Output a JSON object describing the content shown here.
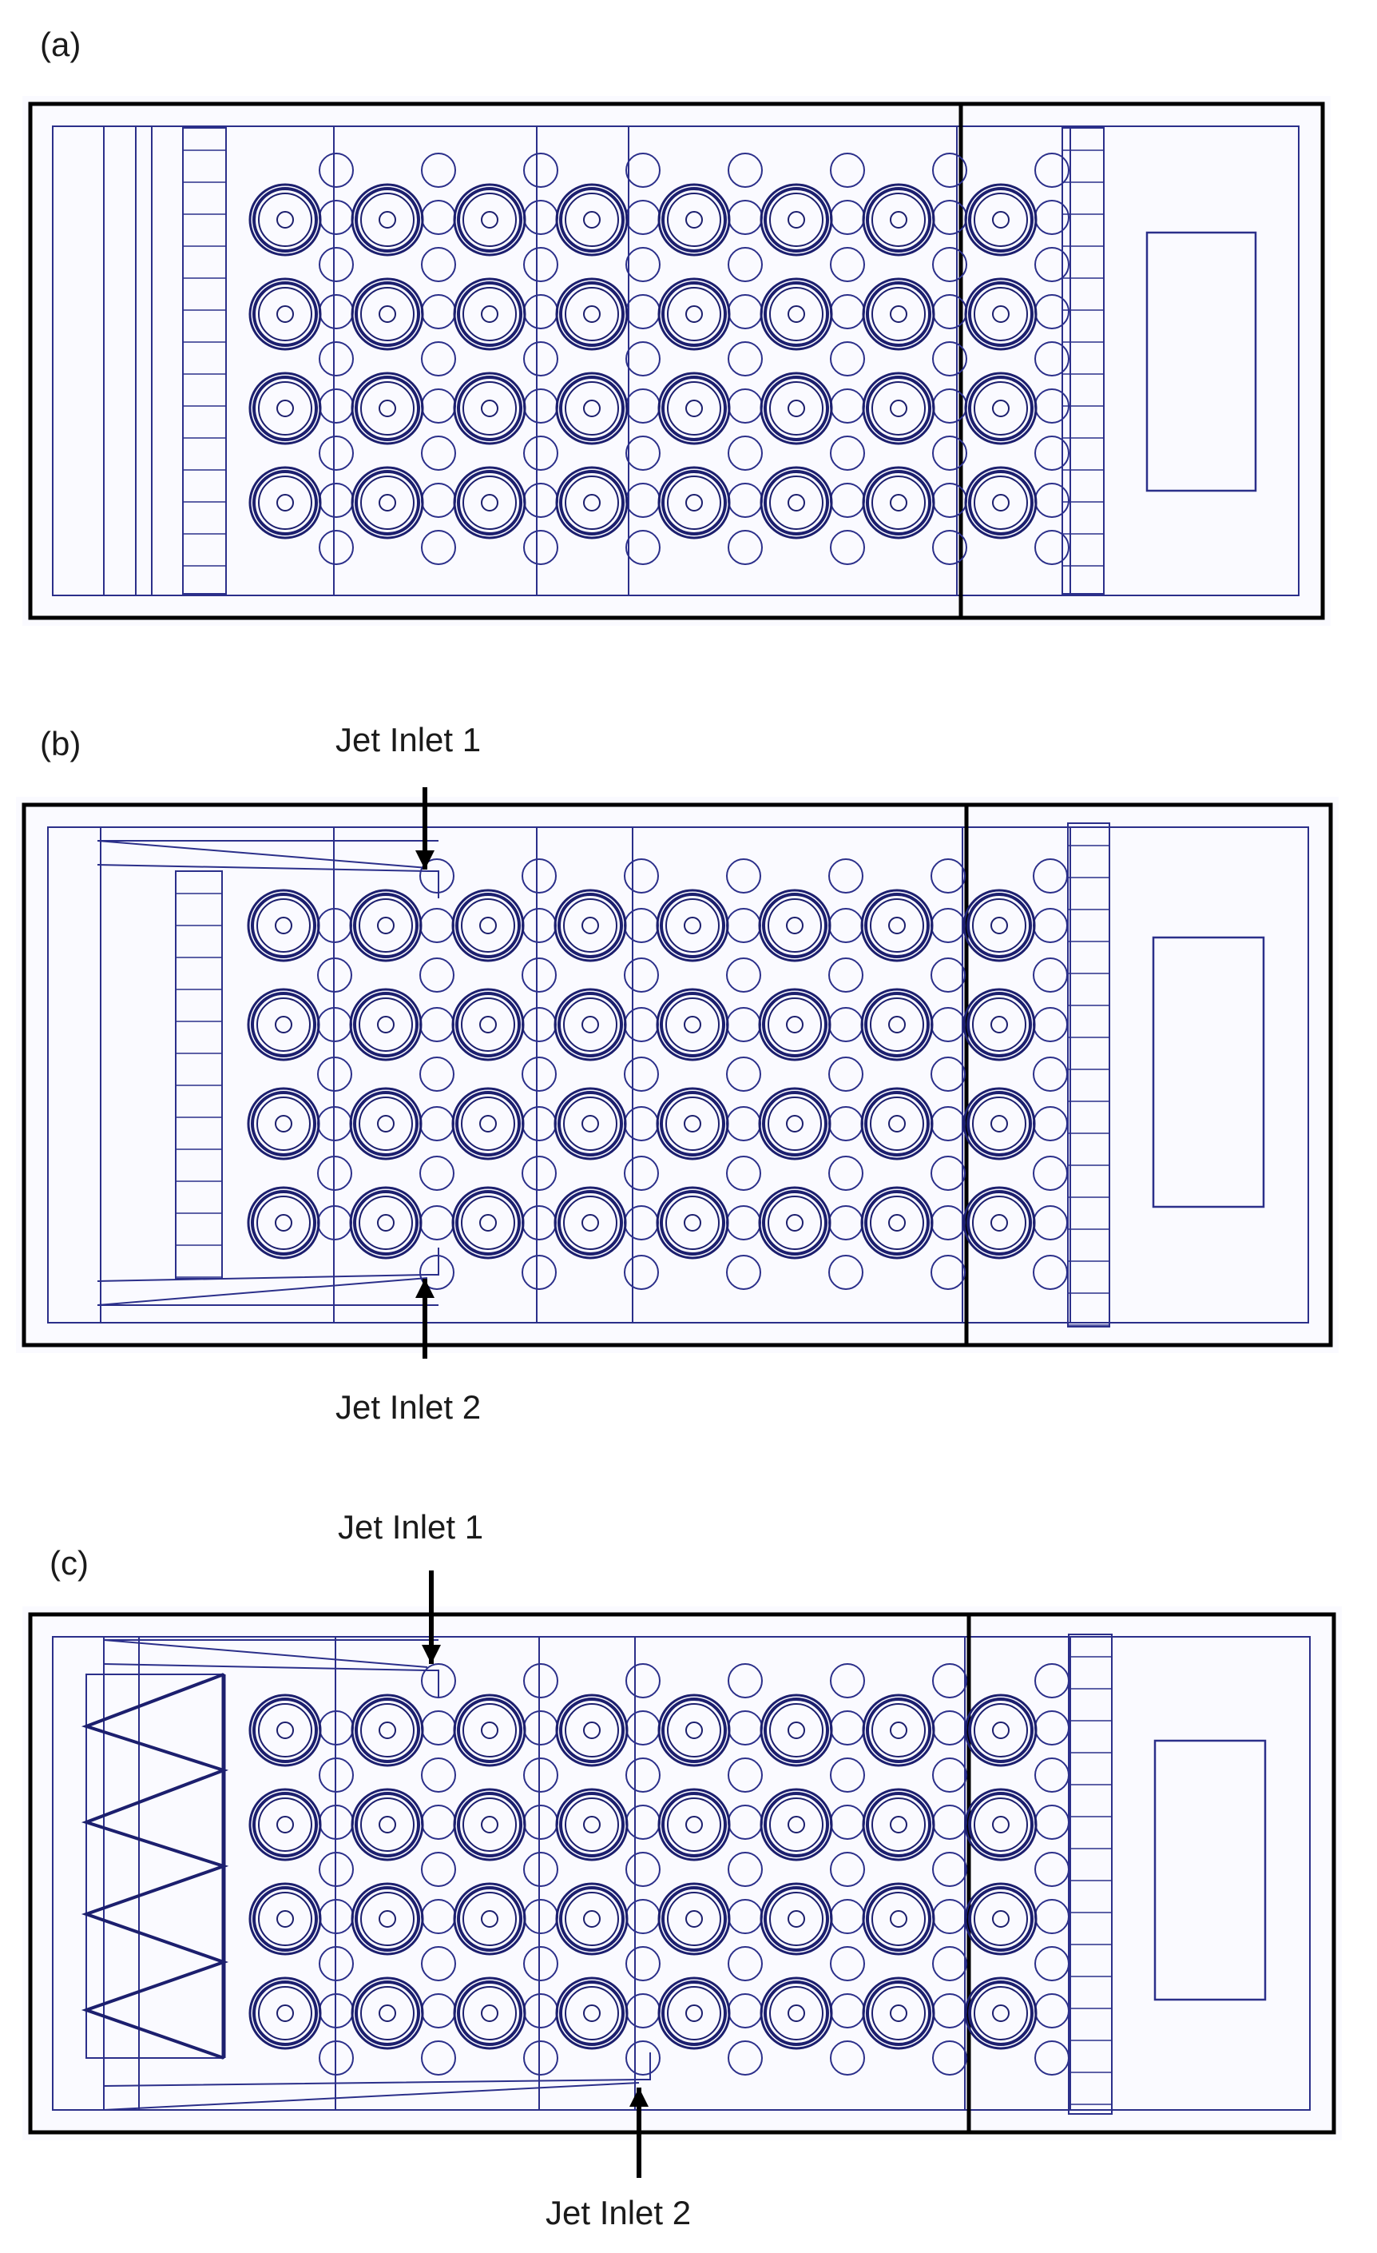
{
  "figure": {
    "panels": [
      {
        "label": "(a)",
        "annotations": []
      },
      {
        "label": "(b)",
        "annotations": [
          {
            "text": "Jet Inlet 1"
          },
          {
            "text": "Jet Inlet 2"
          }
        ]
      },
      {
        "label": "(c)",
        "annotations": [
          {
            "text": "Jet Inlet 1"
          },
          {
            "text": "Jet Inlet 2"
          }
        ]
      }
    ],
    "layout": {
      "pin_fin_rows": 4,
      "pin_fin_columns": 8
    },
    "colors": {
      "frame": "#000000",
      "drawing_line": "#2b2f8a",
      "fin": "#1c1f6e",
      "background": "#fafaff"
    }
  }
}
